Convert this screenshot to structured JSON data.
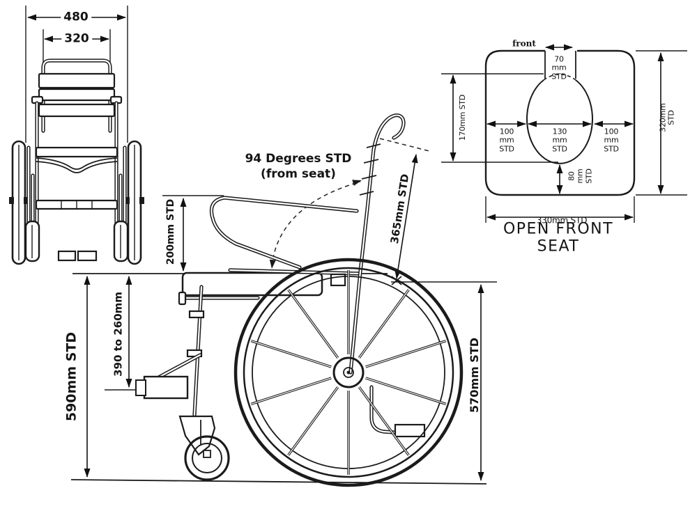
{
  "diagram": {
    "description": "Wheelchair dimensions technical diagram"
  },
  "front_view": {
    "overall_width": "480",
    "backrest_width": "320"
  },
  "side_view": {
    "backrest_angle": "94 Degrees STD\n(from seat)",
    "armrest_height": "200mm STD",
    "backrest_height": "365mm STD",
    "overall_height": "590mm STD",
    "footrest_range": "390 to 260mm",
    "wheel_diameter": "570mm STD"
  },
  "open_front_seat": {
    "title": "OPEN FRONT SEAT",
    "front_label": "front",
    "front_gap": "70\nmm\nSTD",
    "cutout_front_offset": "170mm STD",
    "left_side_width": "100\nmm\nSTD",
    "cutout_width": "130\nmm\nSTD",
    "right_side_width": "100\nmm\nSTD",
    "rear_margin": "80\nmm\nSTD",
    "seat_depth": "320mm STD",
    "seat_width": "330mm STD"
  },
  "colors": {
    "line": "#1b1b1b",
    "background": "#ffffff"
  }
}
